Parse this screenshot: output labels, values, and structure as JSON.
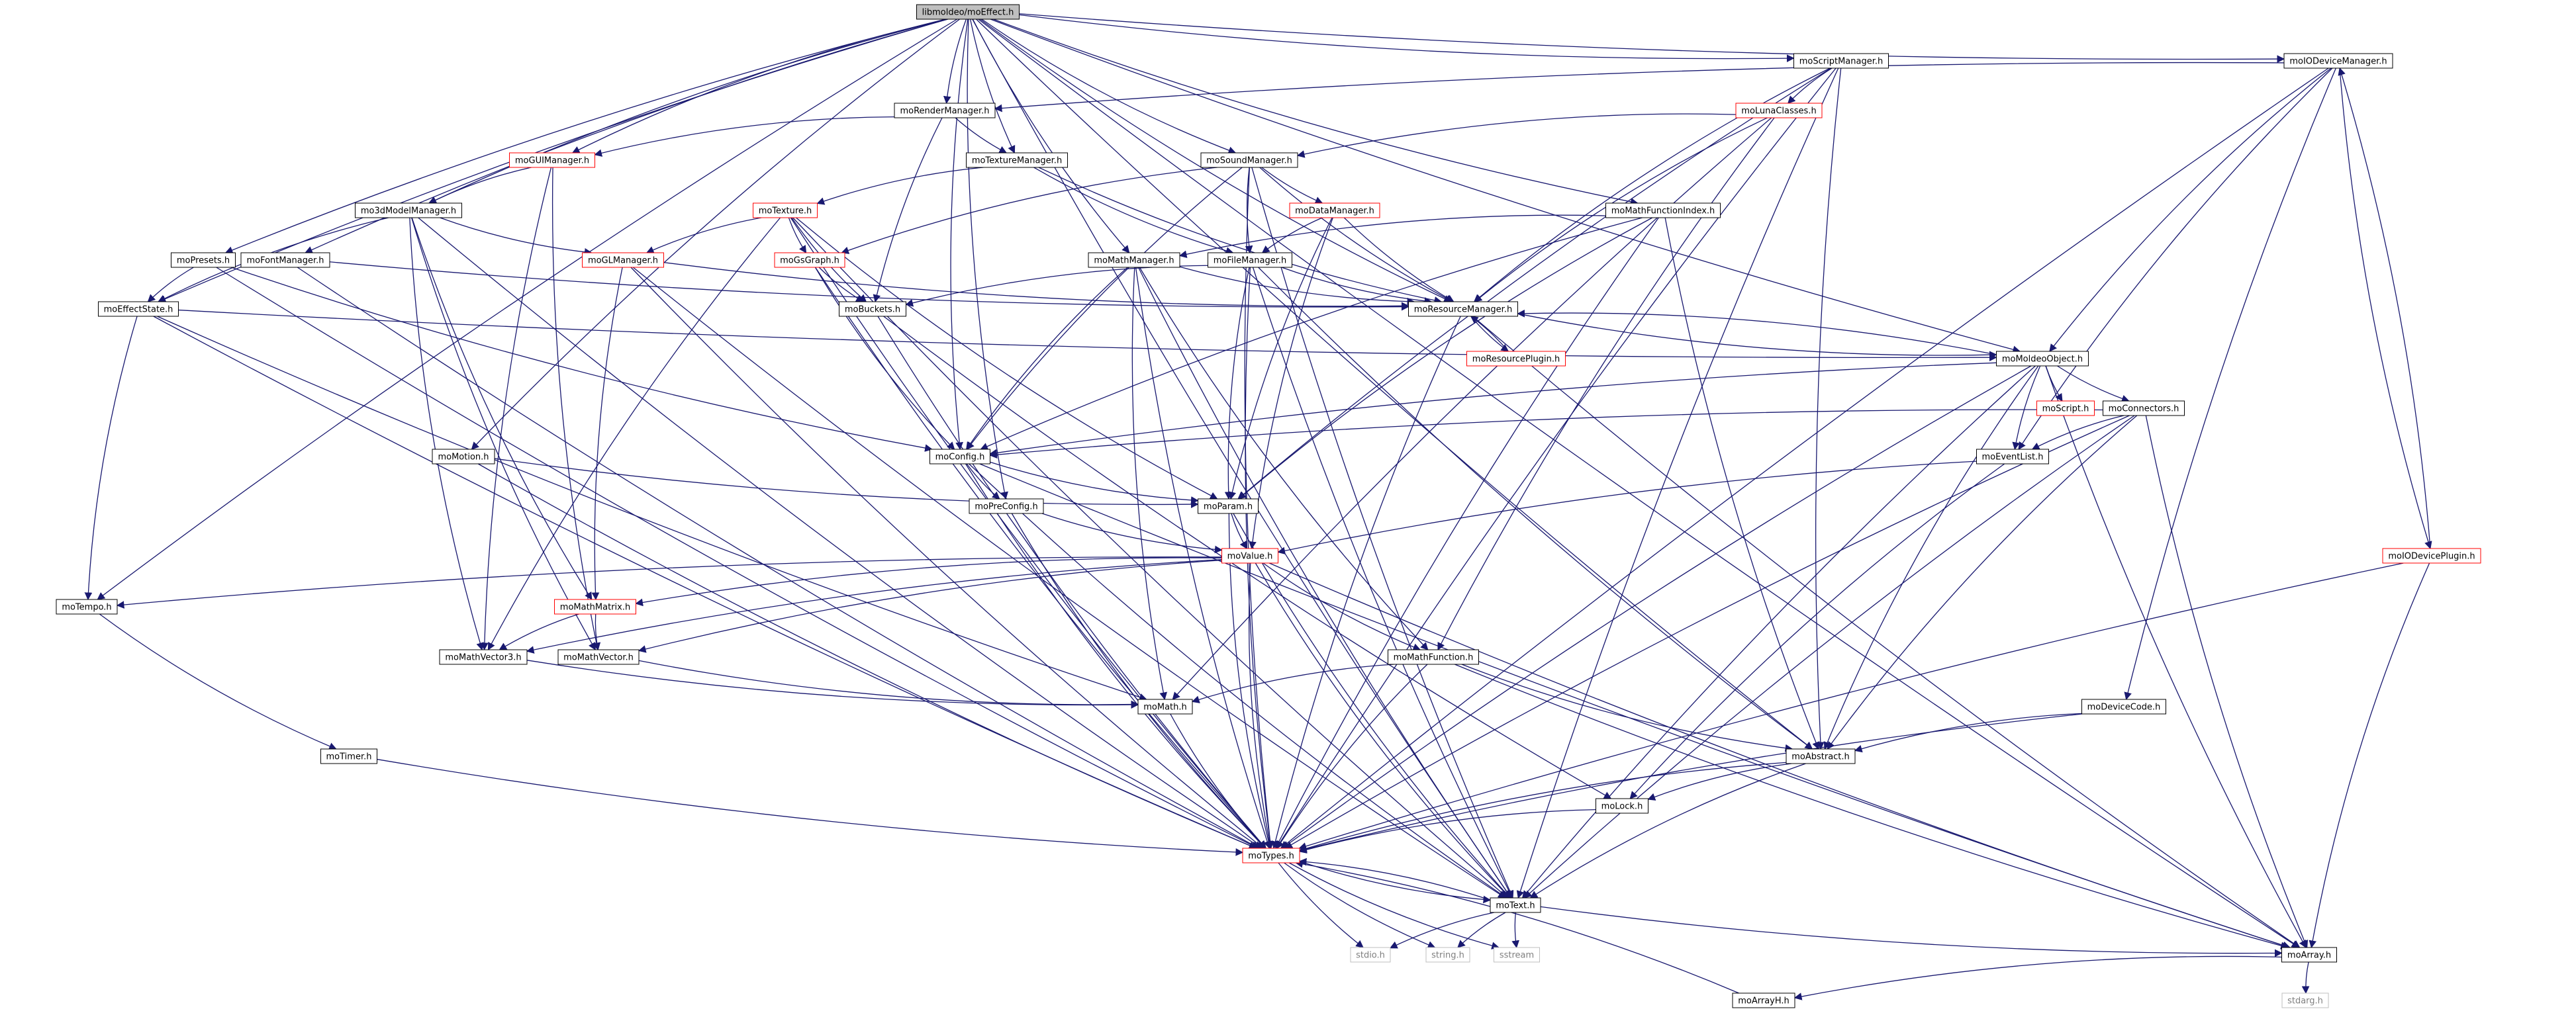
{
  "graph": {
    "colors": {
      "edge": "#191970",
      "node_border": "#000000",
      "node_border_missing": "#bfbfbf",
      "node_border_doc": "#ff0000",
      "root_fill": "#bfbfbf",
      "text": "#000000",
      "text_missing": "#7f7f7f"
    },
    "nodes": [
      {
        "id": "root",
        "label": "libmoldeo/moEffect.h",
        "kind": "root"
      },
      {
        "id": "moScriptManager",
        "label": "moScriptManager.h",
        "kind": "normal"
      },
      {
        "id": "moIODeviceManager",
        "label": "moIODeviceManager.h",
        "kind": "normal"
      },
      {
        "id": "moRenderManager",
        "label": "moRenderManager.h",
        "kind": "normal"
      },
      {
        "id": "moLunaClasses",
        "label": "moLunaClasses.h",
        "kind": "doc"
      },
      {
        "id": "moGUIManager",
        "label": "moGUIManager.h",
        "kind": "doc"
      },
      {
        "id": "moTextureManager",
        "label": "moTextureManager.h",
        "kind": "normal"
      },
      {
        "id": "moSoundManager",
        "label": "moSoundManager.h",
        "kind": "normal"
      },
      {
        "id": "mo3dModelManager",
        "label": "mo3dModelManager.h",
        "kind": "normal"
      },
      {
        "id": "moTexture",
        "label": "moTexture.h",
        "kind": "doc"
      },
      {
        "id": "moDataManager",
        "label": "moDataManager.h",
        "kind": "doc"
      },
      {
        "id": "moMathFunctionIndex",
        "label": "moMathFunctionIndex.h",
        "kind": "normal"
      },
      {
        "id": "moPresets",
        "label": "moPresets.h",
        "kind": "normal"
      },
      {
        "id": "moFontManager",
        "label": "moFontManager.h",
        "kind": "normal"
      },
      {
        "id": "moGLManager",
        "label": "moGLManager.h",
        "kind": "doc"
      },
      {
        "id": "moGsGraph",
        "label": "moGsGraph.h",
        "kind": "doc"
      },
      {
        "id": "moMathManager",
        "label": "moMathManager.h",
        "kind": "normal"
      },
      {
        "id": "moFileManager",
        "label": "moFileManager.h",
        "kind": "normal"
      },
      {
        "id": "moEffectState",
        "label": "moEffectState.h",
        "kind": "normal"
      },
      {
        "id": "moBuckets",
        "label": "moBuckets.h",
        "kind": "normal"
      },
      {
        "id": "moResourceManager",
        "label": "moResourceManager.h",
        "kind": "normal"
      },
      {
        "id": "moResourcePlugin",
        "label": "moResourcePlugin.h",
        "kind": "doc"
      },
      {
        "id": "moMoldeoObject",
        "label": "moMoldeoObject.h",
        "kind": "normal"
      },
      {
        "id": "moScript",
        "label": "moScript.h",
        "kind": "doc"
      },
      {
        "id": "moConnectors",
        "label": "moConnectors.h",
        "kind": "normal"
      },
      {
        "id": "moConfig",
        "label": "moConfig.h",
        "kind": "normal"
      },
      {
        "id": "moMotion",
        "label": "moMotion.h",
        "kind": "normal"
      },
      {
        "id": "moEventList",
        "label": "moEventList.h",
        "kind": "normal"
      },
      {
        "id": "moPreConfig",
        "label": "moPreConfig.h",
        "kind": "normal"
      },
      {
        "id": "moParam",
        "label": "moParam.h",
        "kind": "normal"
      },
      {
        "id": "moValue",
        "label": "moValue.h",
        "kind": "doc"
      },
      {
        "id": "moIODevicePlugin",
        "label": "moIODevicePlugin.h",
        "kind": "doc"
      },
      {
        "id": "moTempo",
        "label": "moTempo.h",
        "kind": "normal"
      },
      {
        "id": "moMathMatrix",
        "label": "moMathMatrix.h",
        "kind": "doc"
      },
      {
        "id": "moMathVector3",
        "label": "moMathVector3.h",
        "kind": "normal"
      },
      {
        "id": "moMathVector",
        "label": "moMathVector.h",
        "kind": "normal"
      },
      {
        "id": "moMathFunction",
        "label": "moMathFunction.h",
        "kind": "normal"
      },
      {
        "id": "moMath",
        "label": "moMath.h",
        "kind": "normal"
      },
      {
        "id": "moDeviceCode",
        "label": "moDeviceCode.h",
        "kind": "normal"
      },
      {
        "id": "moAbstract",
        "label": "moAbstract.h",
        "kind": "normal"
      },
      {
        "id": "moTimer",
        "label": "moTimer.h",
        "kind": "normal"
      },
      {
        "id": "moLock",
        "label": "moLock.h",
        "kind": "normal"
      },
      {
        "id": "moTypes",
        "label": "moTypes.h",
        "kind": "doc"
      },
      {
        "id": "moText",
        "label": "moText.h",
        "kind": "normal"
      },
      {
        "id": "stdio",
        "label": "stdio.h",
        "kind": "missing"
      },
      {
        "id": "string",
        "label": "string.h",
        "kind": "missing"
      },
      {
        "id": "sstream",
        "label": "sstream",
        "kind": "missing"
      },
      {
        "id": "moArray",
        "label": "moArray.h",
        "kind": "normal"
      },
      {
        "id": "moArrayH",
        "label": "moArrayH.h",
        "kind": "normal"
      },
      {
        "id": "stdarg",
        "label": "stdarg.h",
        "kind": "missing"
      }
    ],
    "edges": [
      [
        "root",
        "moScriptManager"
      ],
      [
        "root",
        "moIODeviceManager"
      ],
      [
        "root",
        "moRenderManager"
      ],
      [
        "root",
        "moGUIManager"
      ],
      [
        "root",
        "moTextureManager"
      ],
      [
        "root",
        "moSoundManager"
      ],
      [
        "root",
        "mo3dModelManager"
      ],
      [
        "root",
        "moMathFunctionIndex"
      ],
      [
        "root",
        "moPresets"
      ],
      [
        "root",
        "moFontManager"
      ],
      [
        "root",
        "moMathManager"
      ],
      [
        "root",
        "moEffectState"
      ],
      [
        "root",
        "moResourceManager"
      ],
      [
        "root",
        "moMoldeoObject"
      ],
      [
        "root",
        "moConfig"
      ],
      [
        "root",
        "moMotion"
      ],
      [
        "root",
        "moPreConfig"
      ],
      [
        "root",
        "moTempo"
      ],
      [
        "root",
        "moAbstract"
      ],
      [
        "root",
        "moText"
      ],
      [
        "root",
        "moArray"
      ],
      [
        "moScriptManager",
        "moLunaClasses"
      ],
      [
        "moScriptManager",
        "moResourceManager"
      ],
      [
        "moScriptManager",
        "moParam"
      ],
      [
        "moScriptManager",
        "moAbstract"
      ],
      [
        "moScriptManager",
        "moTypes"
      ],
      [
        "moScriptManager",
        "moText"
      ],
      [
        "moIODeviceManager",
        "moRenderManager"
      ],
      [
        "moIODeviceManager",
        "moMoldeoObject"
      ],
      [
        "moIODeviceManager",
        "moEventList"
      ],
      [
        "moIODeviceManager",
        "moIODevicePlugin"
      ],
      [
        "moIODeviceManager",
        "moDeviceCode"
      ],
      [
        "moIODeviceManager",
        "moTypes"
      ],
      [
        "moRenderManager",
        "moGUIManager"
      ],
      [
        "moRenderManager",
        "moTextureManager"
      ],
      [
        "moRenderManager",
        "moBuckets"
      ],
      [
        "moLunaClasses",
        "moSoundManager"
      ],
      [
        "moLunaClasses",
        "moResourceManager"
      ],
      [
        "moLunaClasses",
        "moMathFunction"
      ],
      [
        "moLunaClasses",
        "moMath"
      ],
      [
        "moGUIManager",
        "mo3dModelManager"
      ],
      [
        "moGUIManager",
        "moMathVector3"
      ],
      [
        "moGUIManager",
        "moMathVector"
      ],
      [
        "moTextureManager",
        "moTexture"
      ],
      [
        "moTextureManager",
        "moResourceManager"
      ],
      [
        "moTextureManager",
        "moFileManager"
      ],
      [
        "moSoundManager",
        "moDataManager"
      ],
      [
        "moSoundManager",
        "moGsGraph"
      ],
      [
        "moSoundManager",
        "moFileManager"
      ],
      [
        "moSoundManager",
        "moResourceManager"
      ],
      [
        "moSoundManager",
        "moConfig"
      ],
      [
        "moSoundManager",
        "moText"
      ],
      [
        "moSoundManager",
        "moTypes"
      ],
      [
        "mo3dModelManager",
        "moGLManager"
      ],
      [
        "mo3dModelManager",
        "moEffectState"
      ],
      [
        "mo3dModelManager",
        "moMathMatrix"
      ],
      [
        "mo3dModelManager",
        "moMathVector3"
      ],
      [
        "mo3dModelManager",
        "moMathVector"
      ],
      [
        "mo3dModelManager",
        "moTypes"
      ],
      [
        "moTexture",
        "moGLManager"
      ],
      [
        "moTexture",
        "moGsGraph"
      ],
      [
        "moTexture",
        "moBuckets"
      ],
      [
        "moTexture",
        "moParam"
      ],
      [
        "moTexture",
        "moMathVector3"
      ],
      [
        "moTexture",
        "moTypes"
      ],
      [
        "moTexture",
        "moText"
      ],
      [
        "moDataManager",
        "moFileManager"
      ],
      [
        "moDataManager",
        "moResourceManager"
      ],
      [
        "moDataManager",
        "moValue"
      ],
      [
        "moDataManager",
        "moParam"
      ],
      [
        "moMathFunctionIndex",
        "moMathManager"
      ],
      [
        "moMathFunctionIndex",
        "moConfig"
      ],
      [
        "moMathFunctionIndex",
        "moParam"
      ],
      [
        "moMathFunctionIndex",
        "moAbstract"
      ],
      [
        "moMathFunctionIndex",
        "moTypes"
      ],
      [
        "moPresets",
        "moEffectState"
      ],
      [
        "moPresets",
        "moConfig"
      ],
      [
        "moPresets",
        "moTypes"
      ],
      [
        "moFontManager",
        "moResourceManager"
      ],
      [
        "moFontManager",
        "moTypes"
      ],
      [
        "moGLManager",
        "moResourceManager"
      ],
      [
        "moGLManager",
        "moMathMatrix"
      ],
      [
        "moGLManager",
        "moTypes"
      ],
      [
        "moGLManager",
        "moText"
      ],
      [
        "moGsGraph",
        "moBuckets"
      ],
      [
        "moGsGraph",
        "moConfig"
      ],
      [
        "moGsGraph",
        "moTypes"
      ],
      [
        "moMathManager",
        "moResourceManager"
      ],
      [
        "moMathManager",
        "moMathFunction"
      ],
      [
        "moMathManager",
        "moMath"
      ],
      [
        "moMathManager",
        "moConfig"
      ],
      [
        "moMathManager",
        "moTypes"
      ],
      [
        "moMathManager",
        "moText"
      ],
      [
        "moFileManager",
        "moResourceManager"
      ],
      [
        "moFileManager",
        "moBuckets"
      ],
      [
        "moFileManager",
        "moParam"
      ],
      [
        "moFileManager",
        "moTypes"
      ],
      [
        "moFileManager",
        "moText"
      ],
      [
        "moFileManager",
        "moAbstract"
      ],
      [
        "moEffectState",
        "moMoldeoObject"
      ],
      [
        "moEffectState",
        "moTempo"
      ],
      [
        "moEffectState",
        "moTypes"
      ],
      [
        "moEffectState",
        "moMath"
      ],
      [
        "moBuckets",
        "moLock"
      ],
      [
        "moBuckets",
        "moTypes"
      ],
      [
        "moResourceManager",
        "moResourcePlugin"
      ],
      [
        "moResourceManager",
        "moMoldeoObject"
      ],
      [
        "moResourceManager",
        "moTypes"
      ],
      [
        "moResourceManager",
        "moArray"
      ],
      [
        "moResourcePlugin",
        "moResourceManager"
      ],
      [
        "moMoldeoObject",
        "moResourceManager"
      ],
      [
        "moMoldeoObject",
        "moScript"
      ],
      [
        "moMoldeoObject",
        "moConnectors"
      ],
      [
        "moMoldeoObject",
        "moEventList"
      ],
      [
        "moMoldeoObject",
        "moConfig"
      ],
      [
        "moMoldeoObject",
        "moAbstract"
      ],
      [
        "moMoldeoObject",
        "moText"
      ],
      [
        "moMoldeoObject",
        "moTypes"
      ],
      [
        "moMoldeoObject",
        "moArray"
      ],
      [
        "moConnectors",
        "moConfig"
      ],
      [
        "moConnectors",
        "moEventList"
      ],
      [
        "moConnectors",
        "moAbstract"
      ],
      [
        "moConnectors",
        "moTypes"
      ],
      [
        "moConnectors",
        "moText"
      ],
      [
        "moConnectors",
        "moArray"
      ],
      [
        "moConfig",
        "moPreConfig"
      ],
      [
        "moConfig",
        "moParam"
      ],
      [
        "moConfig",
        "moTypes"
      ],
      [
        "moConfig",
        "moText"
      ],
      [
        "moConfig",
        "moArray"
      ],
      [
        "moMotion",
        "moParam"
      ],
      [
        "moMotion",
        "moTypes"
      ],
      [
        "moEventList",
        "moValue"
      ],
      [
        "moEventList",
        "moLock"
      ],
      [
        "moPreConfig",
        "moValue"
      ],
      [
        "moPreConfig",
        "moTypes"
      ],
      [
        "moParam",
        "moValue"
      ],
      [
        "moParam",
        "moText"
      ],
      [
        "moParam",
        "moTypes"
      ],
      [
        "moValue",
        "moTempo"
      ],
      [
        "moValue",
        "moMathMatrix"
      ],
      [
        "moValue",
        "moMathVector3"
      ],
      [
        "moValue",
        "moMathVector"
      ],
      [
        "moValue",
        "moMathFunction"
      ],
      [
        "moValue",
        "moTypes"
      ],
      [
        "moValue",
        "moText"
      ],
      [
        "moValue",
        "moArray"
      ],
      [
        "moIODevicePlugin",
        "moIODeviceManager"
      ],
      [
        "moIODevicePlugin",
        "moTypes"
      ],
      [
        "moIODevicePlugin",
        "moArray"
      ],
      [
        "moTempo",
        "moTimer"
      ],
      [
        "moMathMatrix",
        "moMathVector3"
      ],
      [
        "moMathMatrix",
        "moMathVector"
      ],
      [
        "moMathVector3",
        "moMath"
      ],
      [
        "moMathVector",
        "moMath"
      ],
      [
        "moMathFunction",
        "moMath"
      ],
      [
        "moMathFunction",
        "moAbstract"
      ],
      [
        "moMathFunction",
        "moTypes"
      ],
      [
        "moMathFunction",
        "moArray"
      ],
      [
        "moMath",
        "moTypes"
      ],
      [
        "moDeviceCode",
        "moAbstract"
      ],
      [
        "moDeviceCode",
        "moTypes"
      ],
      [
        "moAbstract",
        "moLock"
      ],
      [
        "moAbstract",
        "moTypes"
      ],
      [
        "moAbstract",
        "moText"
      ],
      [
        "moTimer",
        "moTypes"
      ],
      [
        "moLock",
        "moTypes"
      ],
      [
        "moTypes",
        "moText"
      ],
      [
        "moTypes",
        "stdio"
      ],
      [
        "moTypes",
        "string"
      ],
      [
        "moTypes",
        "sstream"
      ],
      [
        "moText",
        "moTypes"
      ],
      [
        "moText",
        "stdio"
      ],
      [
        "moText",
        "string"
      ],
      [
        "moText",
        "sstream"
      ],
      [
        "moText",
        "moArray"
      ],
      [
        "moArray",
        "moArrayH"
      ],
      [
        "moArray",
        "stdarg"
      ],
      [
        "moArrayH",
        "moTypes"
      ]
    ]
  }
}
